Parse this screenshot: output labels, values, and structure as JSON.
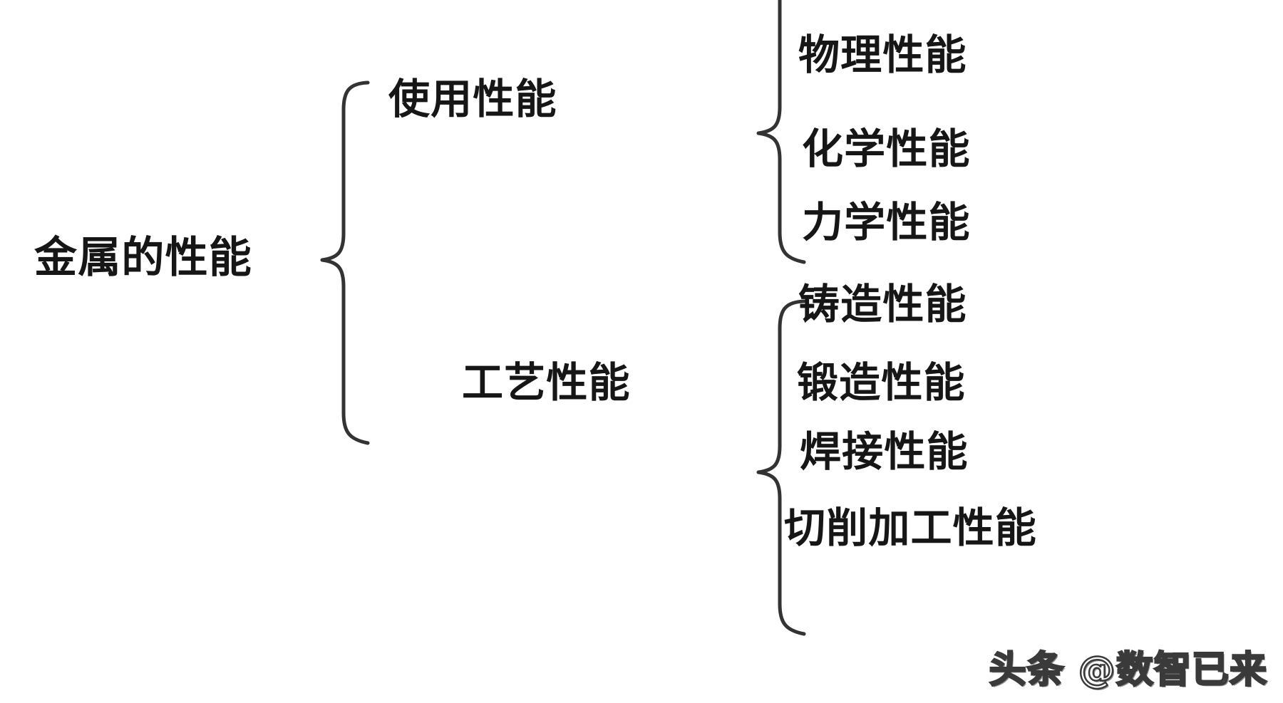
{
  "diagram": {
    "title_text": "金属的性能",
    "root": {
      "label": "金属的性能"
    },
    "branches": [
      {
        "label": "使用性能",
        "leaves": [
          {
            "label": "物理性能"
          },
          {
            "label": "化学性能"
          },
          {
            "label": "力学性能"
          }
        ]
      },
      {
        "label": "工艺性能",
        "leaves": [
          {
            "label": "铸造性能"
          },
          {
            "label": "锻造性能"
          },
          {
            "label": "焊接性能"
          },
          {
            "label": "切削加工性能"
          }
        ]
      }
    ],
    "colors": {
      "background": "#ffffff",
      "text": "#161616",
      "brace_stroke": "#333333"
    }
  },
  "watermark": {
    "text": "头条 @数智已来"
  },
  "chart_data": {
    "type": "table",
    "title": "金属的性能",
    "xlabel": "",
    "ylabel": "",
    "categories": [
      "使用性能",
      "工艺性能"
    ],
    "series": [
      {
        "name": "使用性能",
        "values": [
          "物理性能",
          "化学性能",
          "力学性能"
        ]
      },
      {
        "name": "工艺性能",
        "values": [
          "铸造性能",
          "锻造性能",
          "焊接性能",
          "切削加工性能"
        ]
      }
    ]
  }
}
